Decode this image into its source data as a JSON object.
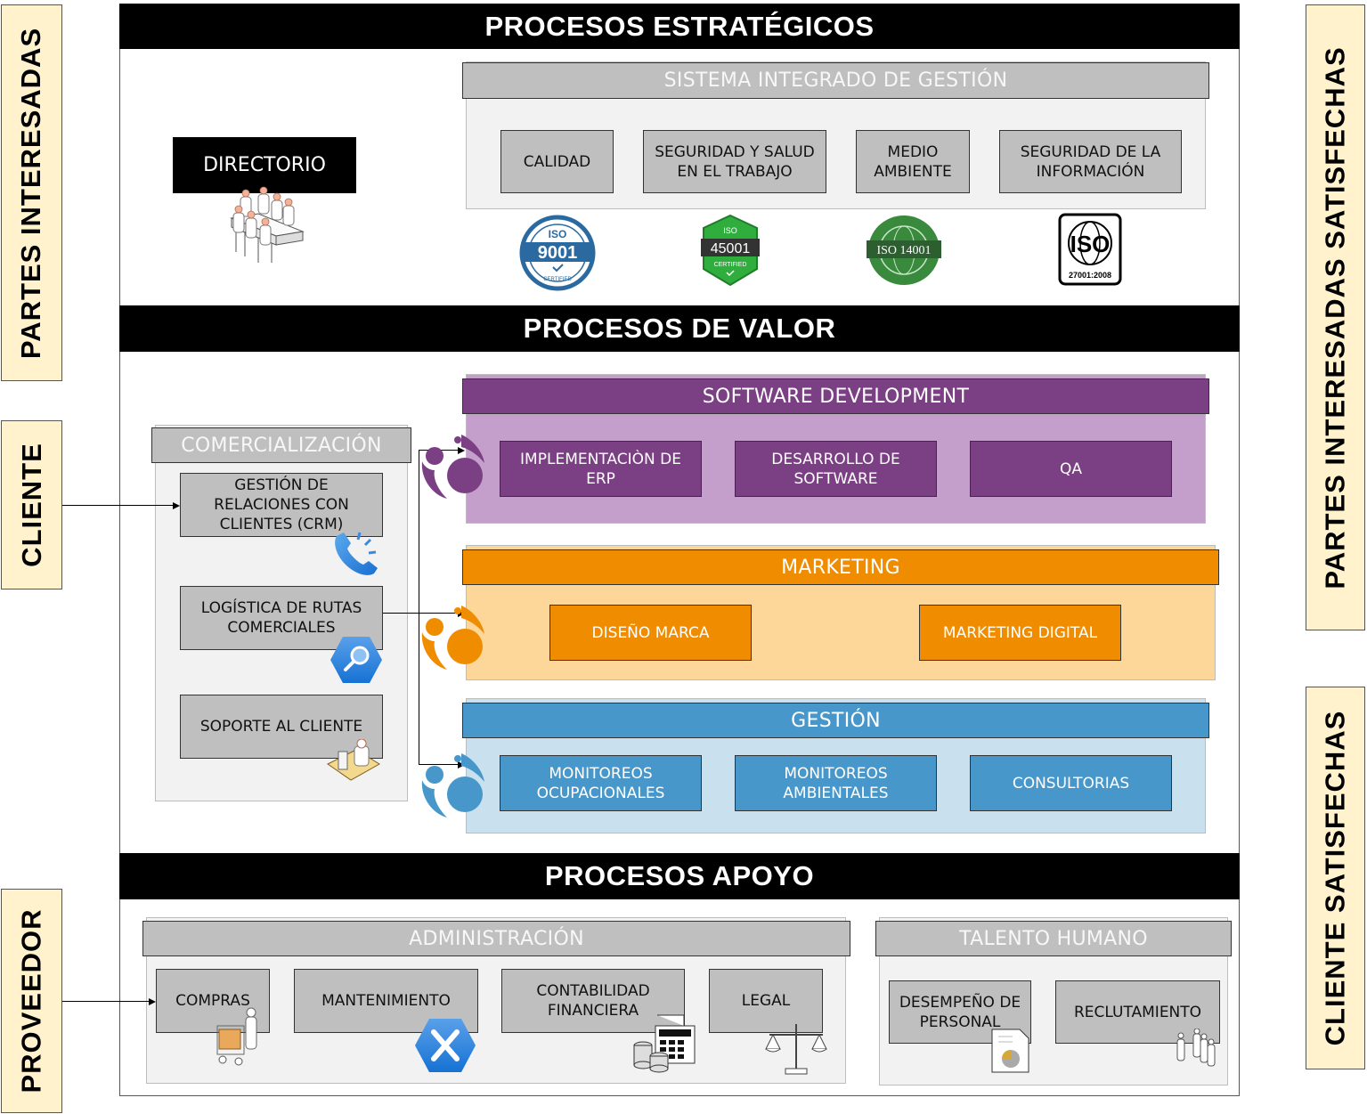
{
  "side_labels": {
    "left_top": "PARTES INTERESADAS",
    "left_middle": "CLIENTE",
    "left_bottom": "PROVEEDOR",
    "right_top": "PARTES INTERESADAS SATISFECHAS",
    "right_bottom": "CLIENTE SATISFECHAS"
  },
  "strategic": {
    "title": "PROCESOS ESTRATÉGICOS",
    "directorio": "DIRECTORIO",
    "sig": {
      "title": "SISTEMA INTEGRADO DE GESTIÓN",
      "items": [
        {
          "label": "CALIDAD",
          "badge_top": "ISO",
          "badge_main": "9001",
          "badge_sub": "CERTIFIED"
        },
        {
          "label": "SEGURIDAD Y SALUD EN EL TRABAJO",
          "badge_top": "ISO",
          "badge_main": "45001",
          "badge_sub": "CERTIFIED"
        },
        {
          "label": "MEDIO AMBIENTE",
          "badge_top": "",
          "badge_main": "ISO 14001",
          "badge_sub": ""
        },
        {
          "label": "SEGURIDAD DE LA INFORMACIÓN",
          "badge_top": "",
          "badge_main": "ISO",
          "badge_sub": "27001:2008"
        }
      ]
    }
  },
  "value": {
    "title": "PROCESOS DE VALOR",
    "comercializacion": {
      "title": "COMERCIALIZACIÓN",
      "items": [
        {
          "label": "GESTIÓN DE RELACIONES CON CLIENTES (CRM)",
          "icon": "phone-icon"
        },
        {
          "label": "LOGÍSTICA DE RUTAS COMERCIALES",
          "icon": "search-icon"
        },
        {
          "label": "SOPORTE AL CLIENTE",
          "icon": "support-agent-icon"
        }
      ]
    },
    "groups": [
      {
        "title": "SOFTWARE DEVELOPMENT",
        "color": "#7b3f83",
        "bg": "#c59fcb",
        "items": [
          "IMPLEMENTACIÒN DE ERP",
          "DESARROLLO DE SOFTWARE",
          "QA"
        ]
      },
      {
        "title": "MARKETING",
        "color": "#ef8c00",
        "bg": "#fdd69a",
        "items": [
          "DISEÑO MARCA",
          "MARKETING DIGITAL"
        ]
      },
      {
        "title": "GESTIÓN",
        "color": "#4797cb",
        "bg": "#c9e0ee",
        "items": [
          "MONITOREOS OCUPACIONALES",
          "MONITOREOS AMBIENTALES",
          "CONSULTORIAS"
        ]
      }
    ]
  },
  "support": {
    "title": "PROCESOS APOYO",
    "administracion": {
      "title": "ADMINISTRACIÓN",
      "items": [
        {
          "label": "COMPRAS",
          "icon": "shopping-cart-person-icon"
        },
        {
          "label": "MANTENIMIENTO",
          "icon": "tools-icon"
        },
        {
          "label": "CONTABILIDAD FINANCIERA",
          "icon": "calculator-coins-icon"
        },
        {
          "label": "LEGAL",
          "icon": "scales-icon"
        }
      ]
    },
    "talento": {
      "title": "TALENTO HUMANO",
      "items": [
        {
          "label": "DESEMPEÑO DE PERSONAL",
          "icon": "report-chart-icon"
        },
        {
          "label": "RECLUTAMIENTO",
          "icon": "people-group-icon"
        }
      ]
    }
  }
}
